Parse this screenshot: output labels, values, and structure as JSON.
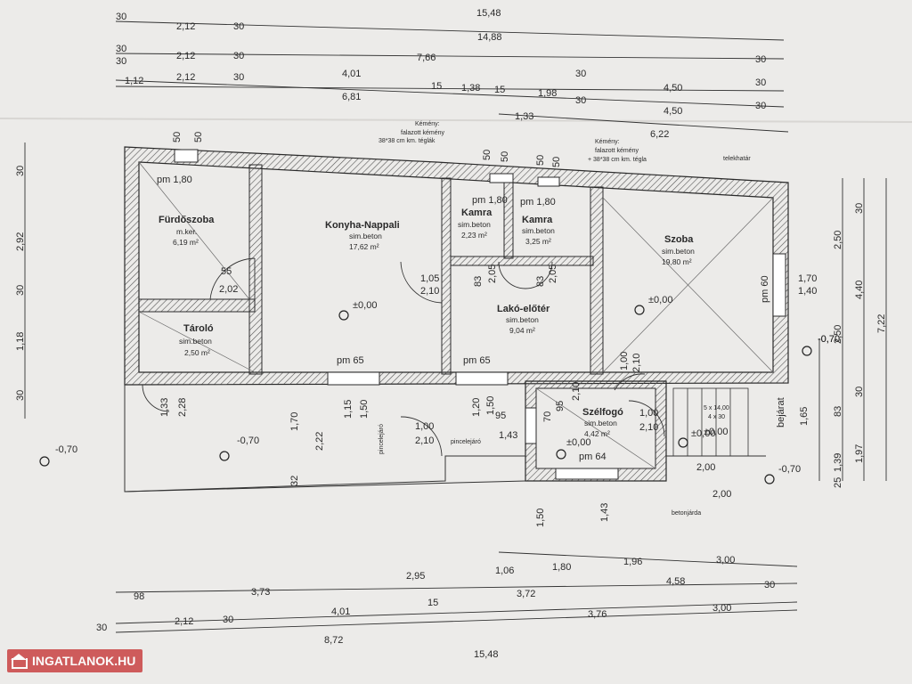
{
  "rooms": [
    {
      "name": "Fürdőszoba",
      "surface": "m.ker.",
      "area": "6,19 m²"
    },
    {
      "name": "Konyha-Nappali",
      "surface": "sim.beton",
      "area": "17,62 m²"
    },
    {
      "name": "Kamra",
      "surface": "sim.beton",
      "area": "2,23 m²"
    },
    {
      "name": "Kamra",
      "surface": "sim.beton",
      "area": "3,25 m²"
    },
    {
      "name": "Szoba",
      "surface": "sim.beton",
      "area": "19,80 m²"
    },
    {
      "name": "Tároló",
      "surface": "sim.beton",
      "area": "2,50 m²"
    },
    {
      "name": "Lakó-előtér",
      "surface": "sim.beton",
      "area": "9,04 m²"
    },
    {
      "name": "Szélfogó",
      "surface": "sim.beton",
      "area": "4,42 m²"
    }
  ],
  "top_dims": {
    "row1": [
      "30",
      "2,12",
      "30",
      "15,48"
    ],
    "row2": [
      "30",
      "2,12",
      "30",
      "14,88"
    ],
    "row3": [
      "30",
      "2,12",
      "30",
      "7,66",
      "30",
      "30"
    ],
    "row4": [
      "1,12",
      "4,01",
      "15",
      "1,38",
      "15",
      "1,98",
      "30",
      "4,50",
      "30"
    ],
    "row5": [
      "6,81",
      "1,33",
      "4,50",
      "30"
    ],
    "row6": [
      "6,22"
    ]
  },
  "bottom_dims": {
    "row1": [
      "2,95",
      "1,06",
      "1,80",
      "1,96",
      "3,00"
    ],
    "row2": [
      "98",
      "3,73",
      "15",
      "3,72",
      "4,58",
      "30"
    ],
    "row3": [
      "30",
      "2,12",
      "30",
      "4,01",
      "3,76",
      "3,00"
    ],
    "row4": [
      "8,72"
    ],
    "row5": [
      "15,48"
    ]
  },
  "left_dims": [
    "30",
    "2,92",
    "30",
    "1,18",
    "30"
  ],
  "right_dims": [
    "2,50",
    "30",
    "4,40",
    "7,22",
    "1,70",
    "1,40",
    "-0,70",
    "2,50",
    "1,65",
    "83",
    "30",
    "1,97",
    "1,39",
    "25",
    "2,00"
  ],
  "annotations": {
    "kemeny1": [
      "Kémény:",
      "falazott kémény",
      "38*38 cm km. téglák"
    ],
    "kemeny2": [
      "Kémény:",
      "falazott kémény",
      "+ 38*38 cm km. tégla"
    ],
    "telekhatar": "telekhatár",
    "bejarat": "bejárat",
    "betonjarda": "betonjárda",
    "pincelejaro": "pincelejáró",
    "pincelejaro2": "pincelejáró",
    "stairs1": "5 x 14,00",
    "stairs2": "4 x 30"
  },
  "levels": [
    "±0,00",
    "±0,00",
    "±0,00",
    "±0,00",
    "-0,70",
    "-0,70",
    "-0,70",
    "-0,70"
  ],
  "openings": [
    "pm 1,80",
    "pm 1,80",
    "pm 1,80",
    "pm 65",
    "pm 65",
    "pm 64",
    "pm 60",
    "55",
    "2,02",
    "1,05",
    "2,10",
    "83",
    "2,05",
    "83",
    "2,05",
    "1,00",
    "2,10",
    "1,20",
    "1,50",
    "95",
    "1,43",
    "1,15",
    "1,50",
    "1,70",
    "2,22",
    "32",
    "1,00",
    "2,10",
    "70",
    "95",
    "2,10",
    "1,00",
    "2,10",
    "2,00",
    "1,43",
    "1,50",
    "1,33",
    "2,28",
    "50",
    "50",
    "50",
    "50",
    "50",
    "50",
    "±0,00"
  ],
  "watermark": "INGATLANOK.HU"
}
